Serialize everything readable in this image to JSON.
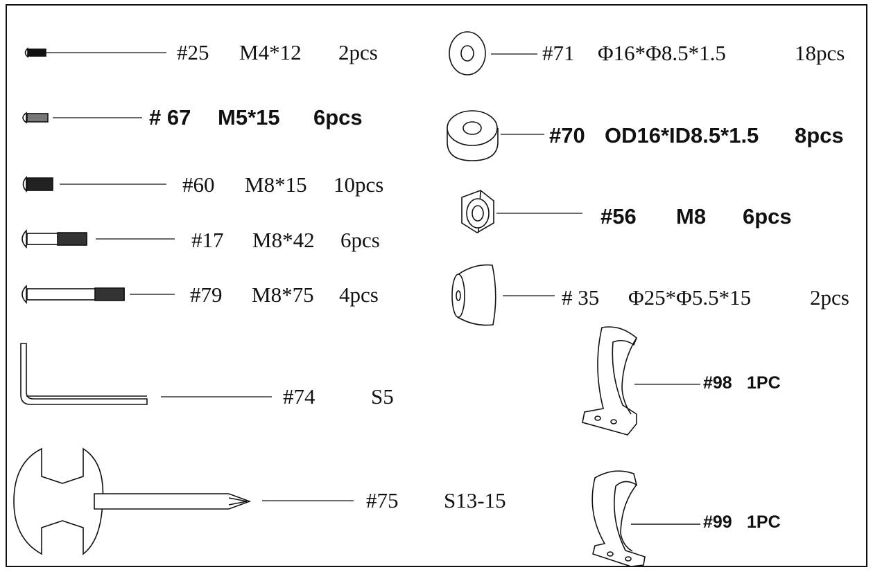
{
  "parts": [
    {
      "number": "#25",
      "size": "M4*12",
      "qty": "2pcs"
    },
    {
      "number": "# 67",
      "size": "M5*15",
      "qty": "6pcs"
    },
    {
      "number": "#60",
      "size": "M8*15",
      "qty": "10pcs"
    },
    {
      "number": "#17",
      "size": "M8*42",
      "qty": "6pcs"
    },
    {
      "number": "#79",
      "size": "M8*75",
      "qty": "4pcs"
    },
    {
      "number": "#74",
      "size": "S5"
    },
    {
      "number": "#75",
      "size": "S13-15"
    },
    {
      "number": "#71",
      "size": "Φ16*Φ8.5*1.5",
      "qty": "18pcs"
    },
    {
      "number": "#70",
      "size": "OD16*ID8.5*1.5",
      "qty": "8pcs"
    },
    {
      "number": "#56",
      "size": "M8",
      "qty": "6pcs"
    },
    {
      "number": "# 35",
      "size": "Φ25*Φ5.5*15",
      "qty": "2pcs"
    },
    {
      "number": "#98",
      "qty": "1PC"
    },
    {
      "number": "#99",
      "qty": "1PC"
    }
  ]
}
